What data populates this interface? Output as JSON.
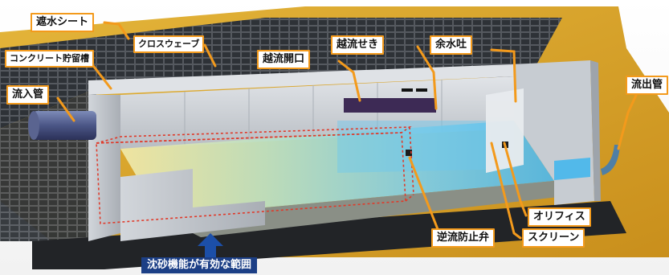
{
  "labels": {
    "shasui_sheet": "遮水シート",
    "cross_wave": "クロスウェーブ",
    "concrete_tank": "コンクリート貯留槽",
    "inflow_pipe": "流入管",
    "overflow_opening": "越流開口",
    "overflow_weir": "越流せき",
    "spillway": "余水吐",
    "outflow_pipe": "流出管",
    "orifice": "オリフィス",
    "backflow_valve": "逆流防止弁",
    "screen": "スクリーン",
    "sediment_range": "沈砂機能が有効な範囲"
  },
  "colors": {
    "label_border": "#f39a1c",
    "leader_line": "#f39a1c",
    "range_box": "#e03a2a",
    "range_label_bg": "#1c3f86",
    "arrow": "#1c4fa8",
    "concrete": "#c9cdd2",
    "water": "#5fc6ea",
    "soil": "#d8a530",
    "grid": "#3a3e44"
  },
  "icons": {
    "arrow": "up-arrow-icon"
  }
}
